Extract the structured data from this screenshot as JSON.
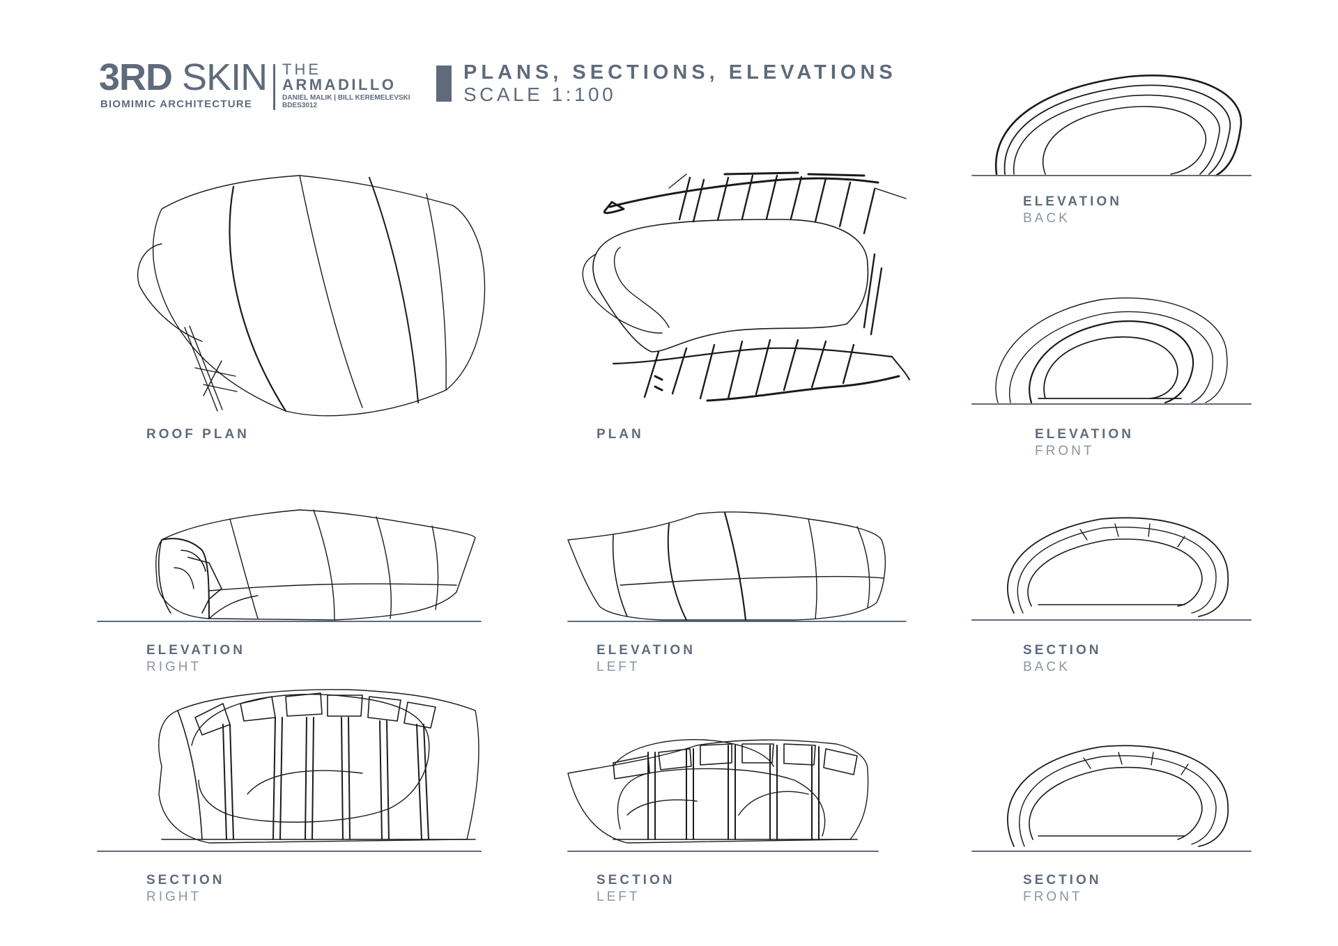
{
  "header": {
    "brand_bold": "3RD",
    "brand_light": "SKIN",
    "brand_tagline": "BIOMIMIC ARCHITECTURE",
    "project_line1": "THE",
    "project_line2": "ARMADILLO",
    "authors": "DANIEL MALIK | BILL KEREMELEVSKI",
    "course": "BDES3012",
    "sheet_title": "PLANS, SECTIONS, ELEVATIONS",
    "sheet_scale": "SCALE 1:100"
  },
  "drawings": [
    {
      "id": "roof-plan",
      "line1": "ROOF PLAN",
      "line2": ""
    },
    {
      "id": "plan",
      "line1": "PLAN",
      "line2": ""
    },
    {
      "id": "elevation-back",
      "line1": "ELEVATION",
      "line2": "BACK"
    },
    {
      "id": "elevation-front",
      "line1": "ELEVATION",
      "line2": "FRONT"
    },
    {
      "id": "elevation-right",
      "line1": "ELEVATION",
      "line2": "RIGHT"
    },
    {
      "id": "elevation-left",
      "line1": "ELEVATION",
      "line2": "LEFT"
    },
    {
      "id": "section-back",
      "line1": "SECTION",
      "line2": "BACK"
    },
    {
      "id": "section-right",
      "line1": "SECTION",
      "line2": "RIGHT"
    },
    {
      "id": "section-left",
      "line1": "SECTION",
      "line2": "LEFT"
    },
    {
      "id": "section-front",
      "line1": "SECTION",
      "line2": "FRONT"
    }
  ],
  "colors": {
    "text": "#5f6b7b",
    "subtext": "#8b95a2",
    "ink": "#1a1a1a",
    "ground": "#5f6b7b"
  }
}
